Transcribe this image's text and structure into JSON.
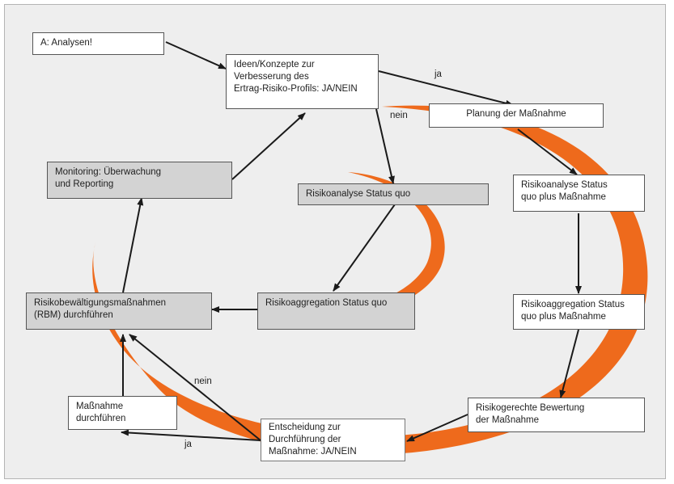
{
  "colors": {
    "swirl": "#ee6a1c",
    "arrow": "#1a1a1a",
    "box_white": "#ffffff",
    "box_grey": "#d3d3d3",
    "background": "#eeeeee"
  },
  "nodes": {
    "analysen": "A: Analysen!",
    "ideen": "Ideen/Konzepte zur\nVerbesserung des\nErtrag-Risiko-Profils: JA/NEIN",
    "planung": "Planung der Maßnahme",
    "monitoring": "Monitoring: Überwachung\nund Reporting",
    "risikoanalyse_sq": "Risikoanalyse Status quo",
    "risikoanalyse_plus": "Risikoanalyse Status\nquo plus Maßnahme",
    "rbm": "Risikobewältigungsmaßnahmen\n(RBM) durchführen",
    "risikoaggregation_sq": "Risikoaggregation Status quo",
    "risikoaggregation_plus": "Risikoaggregation Status\nquo plus Maßnahme",
    "massnahme": "Maßnahme\ndurchführen",
    "bewertung": "Risikogerechte Bewertung\nder Maßnahme",
    "entscheidung": "Entscheidung zur\nDurchführung der\nMaßnahme: JA/NEIN"
  },
  "edge_labels": {
    "ja_top": "ja",
    "nein_top": "nein",
    "nein_bottom": "nein",
    "ja_bottom": "ja"
  }
}
